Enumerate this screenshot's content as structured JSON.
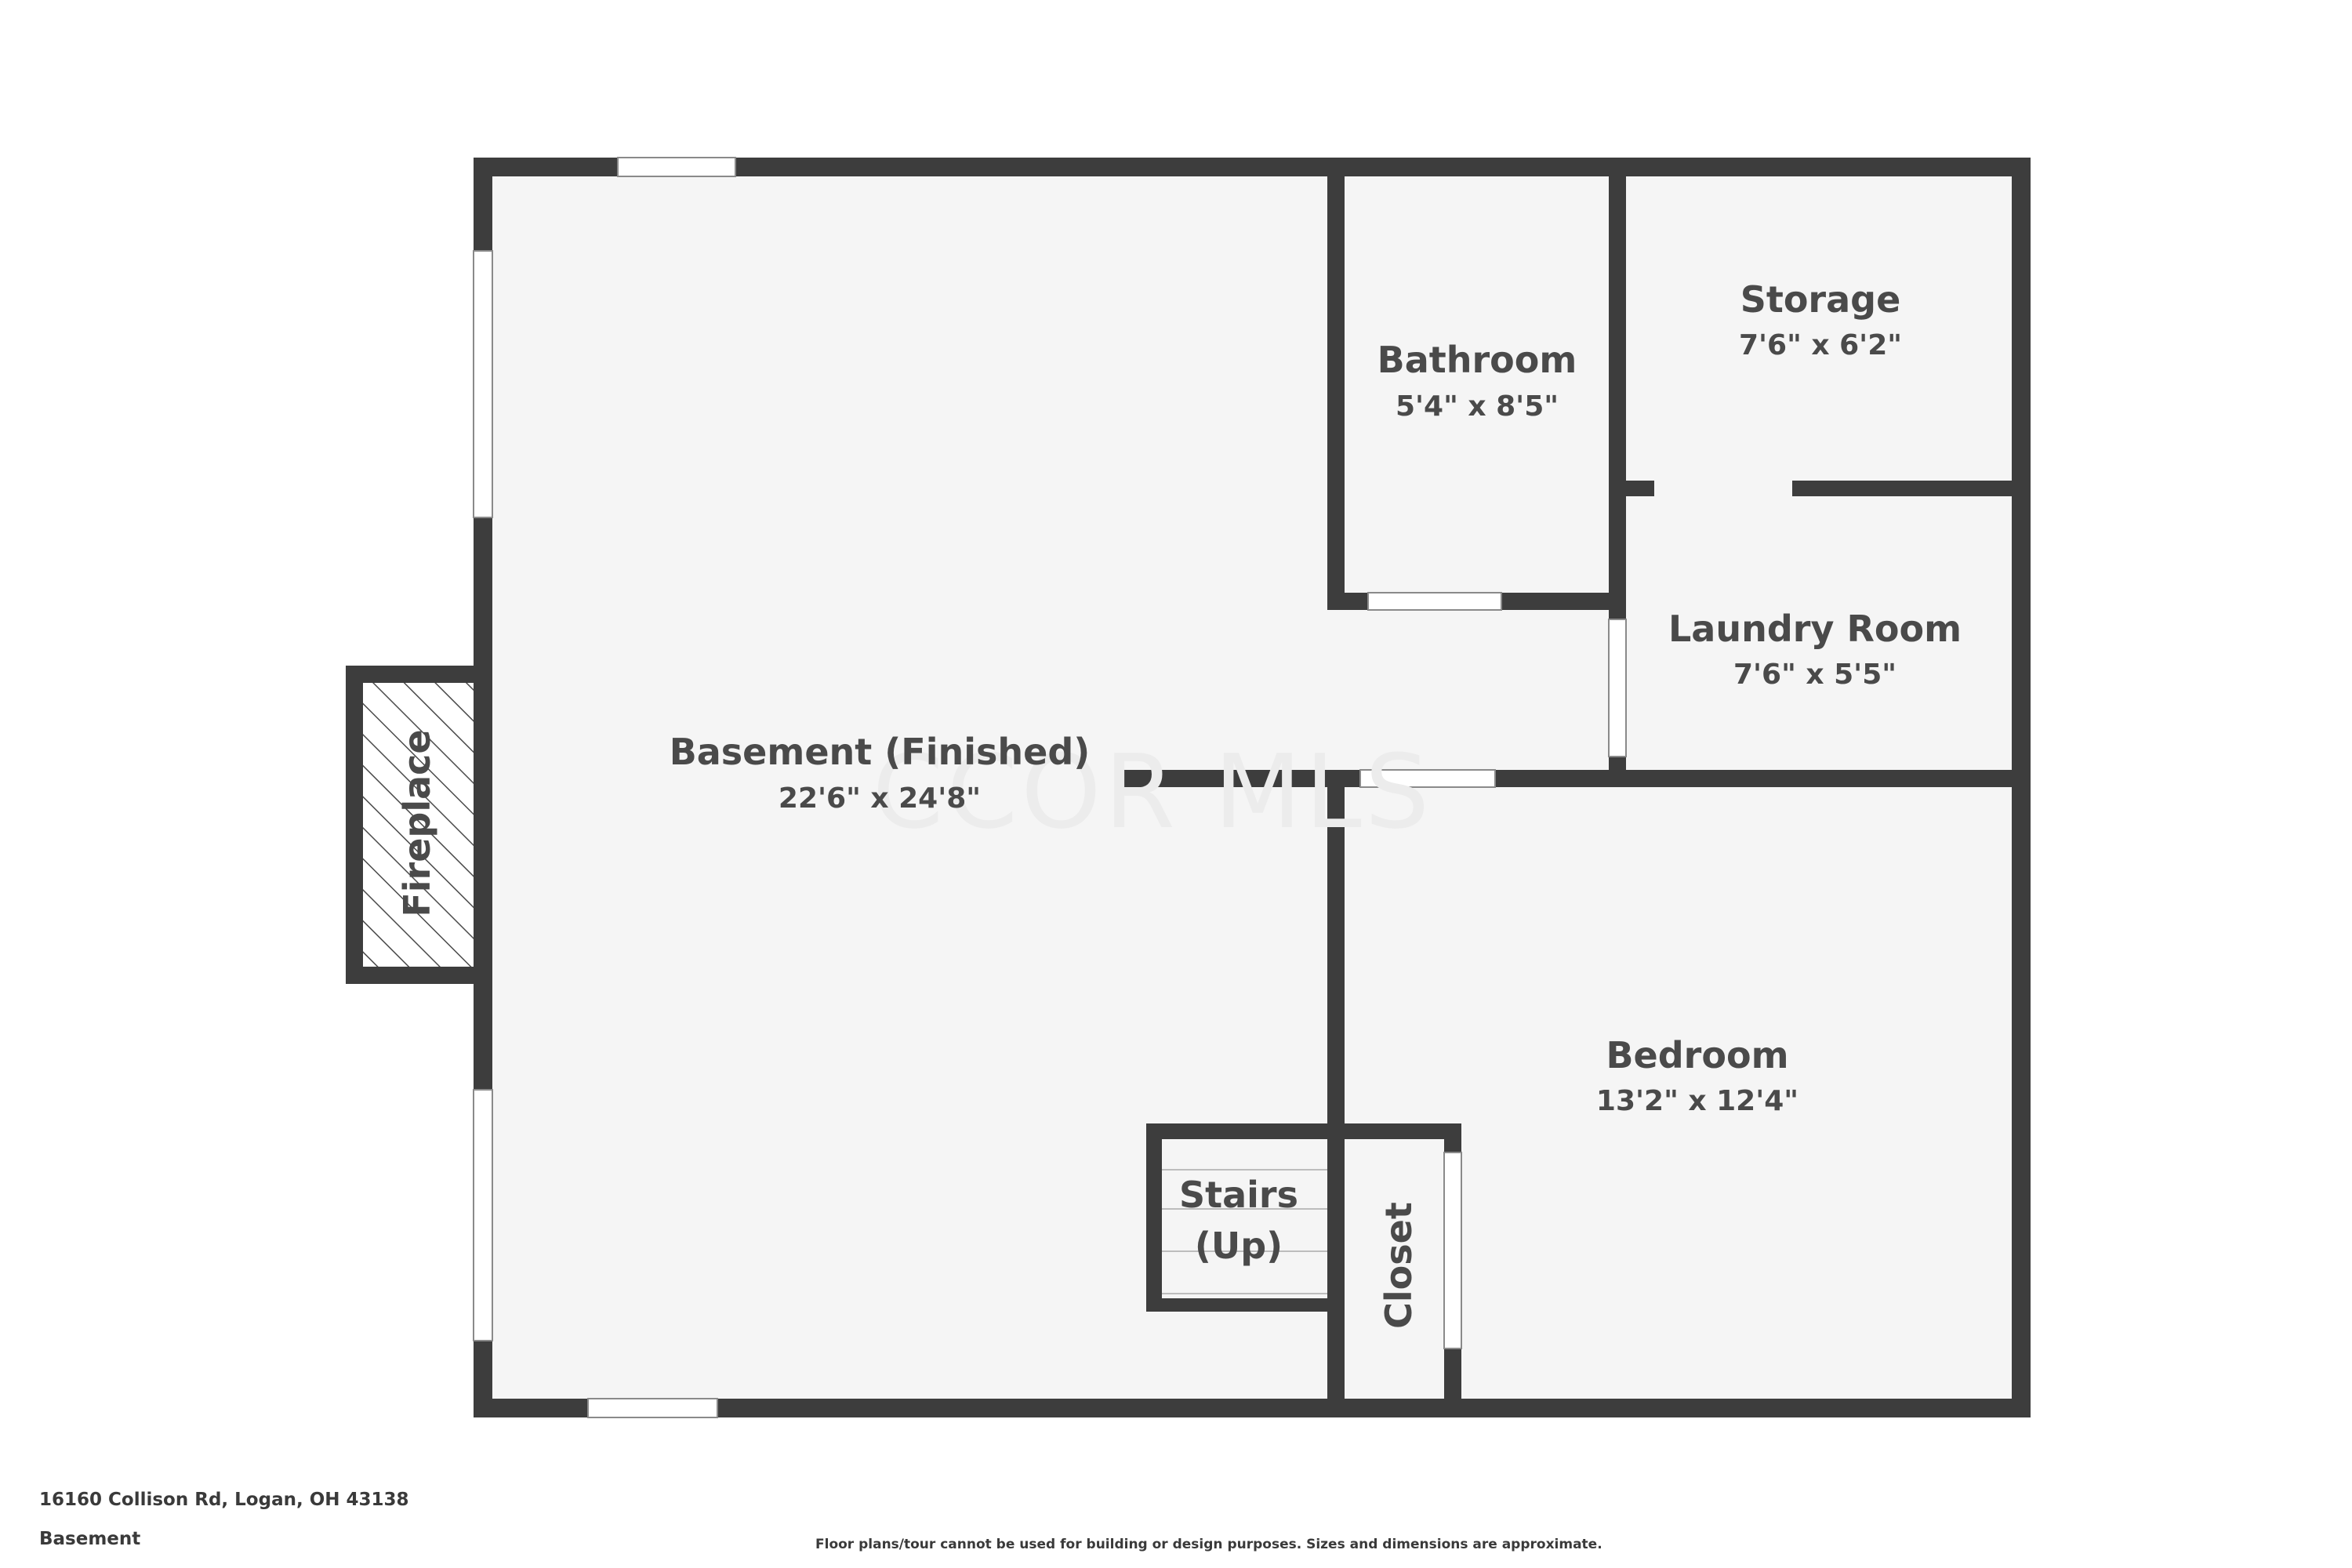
{
  "watermark": "CCOR MLS",
  "rooms": {
    "basement": {
      "name": "Basement (Finished)",
      "dimensions": "22'6\" x 24'8\""
    },
    "bathroom": {
      "name": "Bathroom",
      "dimensions": "5'4\" x 8'5\""
    },
    "storage": {
      "name": "Storage",
      "dimensions": "7'6\" x 6'2\""
    },
    "laundry": {
      "name": "Laundry Room",
      "dimensions": "7'6\" x 5'5\""
    },
    "bedroom": {
      "name": "Bedroom",
      "dimensions": "13'2\" x 12'4\""
    },
    "stairs": {
      "line1": "Stairs",
      "line2": "(Up)"
    },
    "closet": {
      "name": "Closet"
    },
    "fireplace": {
      "name": "Fireplace"
    }
  },
  "footer": {
    "address": "16160 Collison Rd, Logan, OH 43138",
    "floor": "Basement",
    "disclaimer": "Floor plans/tour cannot be used for building or design purposes. Sizes and dimensions are approximate."
  },
  "colors": {
    "wall": "#3d3d3d",
    "floor": "#f5f5f5",
    "text": "#4a4a4a",
    "window": "#ffffff"
  }
}
